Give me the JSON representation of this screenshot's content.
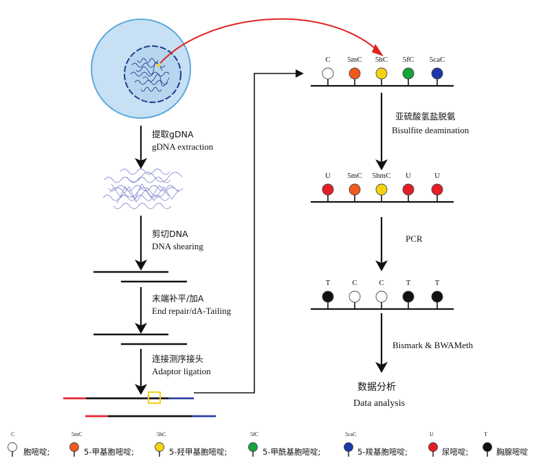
{
  "colors": {
    "C": "#ffffff",
    "5mC": "#f05a1e",
    "5hC": "#f5d311",
    "5hmC": "#f5d311",
    "5fC": "#15a33c",
    "5caC": "#1c37a8",
    "U": "#e41d27",
    "T": "#111111",
    "arrow_red": "#e02020",
    "cell": "#5aa8dd",
    "cell_fill": "#c7e0f4",
    "red_adaptor": "#e2242c",
    "blue_adaptor": "#2a3da6",
    "highlight_box": "#f2cf12"
  },
  "left_steps": [
    {
      "cn": "提取gDNA",
      "en": "gDNA extraction"
    },
    {
      "cn": "剪切DNA",
      "en": "DNA shearing"
    },
    {
      "cn": "末端补平/加A",
      "en": "End repair/dA-Tailing"
    },
    {
      "cn": "连接测序接头",
      "en": "Adaptor ligation"
    }
  ],
  "right_steps": [
    {
      "cn": "亚硫酸氢盐脱氨",
      "en": "Bisulfite deamination"
    },
    {
      "en": "PCR"
    },
    {
      "en": "Bismark & BWAMeth"
    }
  ],
  "final": {
    "cn": "数据分析",
    "en": "Data analysis"
  },
  "rows": [
    {
      "labels": [
        "C",
        "5mC",
        "5hC",
        "5fC",
        "5caC"
      ],
      "keys": [
        "C",
        "5mC",
        "5hC",
        "5fC",
        "5caC"
      ]
    },
    {
      "labels": [
        "U",
        "5mC",
        "5hmC",
        "U",
        "U"
      ],
      "keys": [
        "U",
        "5mC",
        "5hmC",
        "U",
        "U"
      ]
    },
    {
      "labels": [
        "T",
        "C",
        "C",
        "T",
        "T"
      ],
      "keys": [
        "T",
        "C",
        "C",
        "T",
        "T"
      ]
    }
  ],
  "legend": [
    {
      "code": "C",
      "name": "胞嘧啶;",
      "key": "C"
    },
    {
      "code": "5mC",
      "name": "5-甲基胞嘧啶;",
      "key": "5mC"
    },
    {
      "code": "5hC",
      "name": "5-羟甲基胞嘧啶;",
      "key": "5hC"
    },
    {
      "code": "5fC",
      "name": "5-甲酰基胞嘧啶;",
      "key": "5fC"
    },
    {
      "code": "5caC",
      "name": "5-羧基胞嘧啶;",
      "key": "5caC"
    },
    {
      "code": "U",
      "name": "尿嘧啶;",
      "key": "U"
    },
    {
      "code": "T",
      "name": "胸腺嘧啶",
      "key": "T"
    }
  ]
}
